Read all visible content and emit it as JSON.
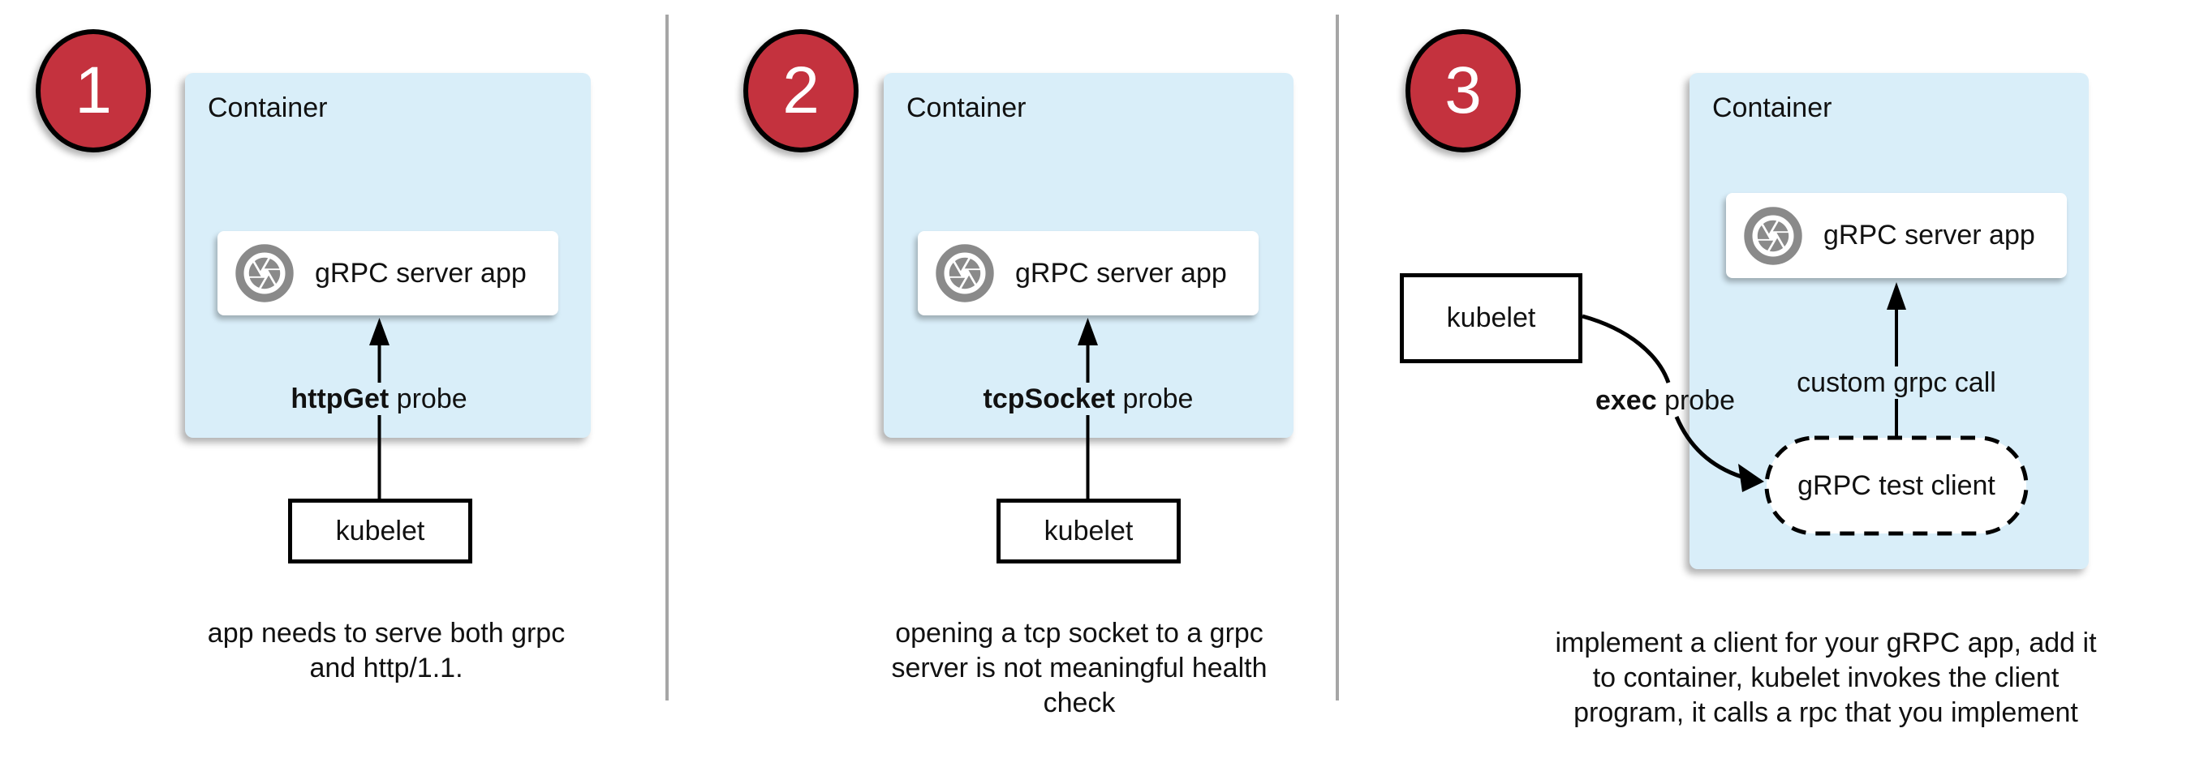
{
  "panels": [
    {
      "number": "1",
      "container_label": "Container",
      "app_label": "gRPC server app",
      "probe": {
        "bold": "httpGet",
        "rest": " probe"
      },
      "kubelet_label": "kubelet",
      "caption": "app needs to serve both grpc and http/1.1."
    },
    {
      "number": "2",
      "container_label": "Container",
      "app_label": "gRPC server app",
      "probe": {
        "bold": "tcpSocket",
        "rest": " probe"
      },
      "kubelet_label": "kubelet",
      "caption": "opening a tcp socket to a grpc server is not meaningful health check"
    },
    {
      "number": "3",
      "container_label": "Container",
      "app_label": "gRPC server app",
      "probe": {
        "bold": "exec",
        "rest": " probe"
      },
      "kubelet_label": "kubelet",
      "arrow_label": "custom grpc call",
      "test_client_label": "gRPC test client",
      "caption": "implement a client for your gRPC app, add it to container, kubelet invokes the client program, it calls a rpc that you implement"
    }
  ],
  "icons": {
    "app_icon": "camera-aperture-icon"
  },
  "colors": {
    "container_fill": "#D9EEF9",
    "badge_fill": "#C4323E",
    "icon_gray": "#8A8A8A",
    "divider_gray": "#A6A6A6",
    "arrow_black": "#000000"
  }
}
